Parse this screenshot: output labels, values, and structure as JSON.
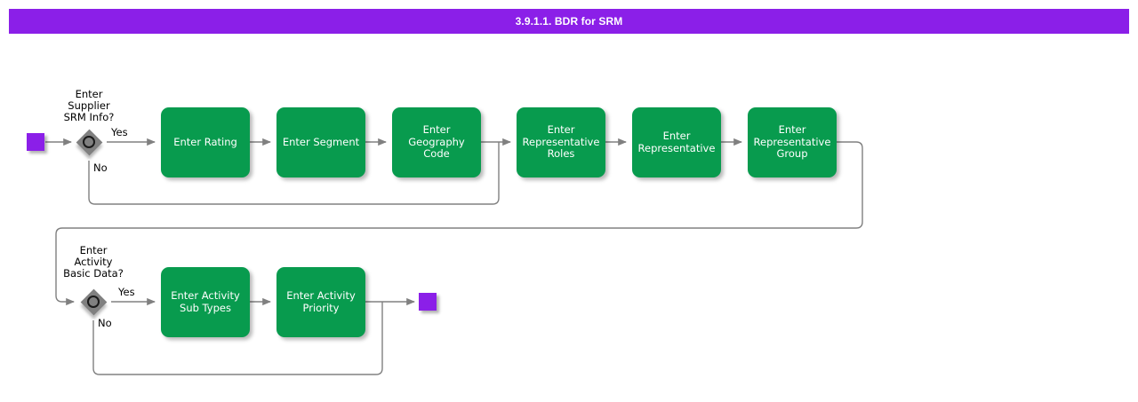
{
  "header": {
    "title": "3.9.1.1. BDR for SRM",
    "bar_color": "#8B1FE8",
    "text_color": "#ffffff"
  },
  "diagram": {
    "type": "flowchart",
    "colors": {
      "task_fill": "#089B4E",
      "task_text": "#ffffff",
      "terminal_fill": "#8B1FE8",
      "decision_fill": "#808080",
      "edge_stroke": "#808080",
      "label_text": "#000000",
      "background": "#ffffff"
    },
    "start_node": {
      "name": "start-event",
      "label": ""
    },
    "end_node": {
      "name": "end-event",
      "label": ""
    },
    "decisions": [
      {
        "id": "decision-supplier-srm-info",
        "caption": "Enter\nSupplier\nSRM Info?",
        "yes_label": "Yes",
        "no_label": "No"
      },
      {
        "id": "decision-activity-basic-data",
        "caption": "Enter\nActivity\nBasic Data?",
        "yes_label": "Yes",
        "no_label": "No"
      }
    ],
    "tasks_row1": [
      {
        "id": "task-enter-rating",
        "label": "Enter Rating"
      },
      {
        "id": "task-enter-segment",
        "label": "Enter Segment"
      },
      {
        "id": "task-enter-geography-code",
        "label": "Enter\nGeography\nCode"
      },
      {
        "id": "task-enter-representative-roles",
        "label": "Enter\nRepresentative\nRoles"
      },
      {
        "id": "task-enter-representative",
        "label": "Enter\nRepresentative"
      },
      {
        "id": "task-enter-representative-group",
        "label": "Enter\nRepresentative\nGroup"
      }
    ],
    "tasks_row2": [
      {
        "id": "task-enter-activity-sub-types",
        "label": "Enter Activity\nSub Types"
      },
      {
        "id": "task-enter-activity-priority",
        "label": "Enter Activity\nPriority"
      }
    ]
  }
}
